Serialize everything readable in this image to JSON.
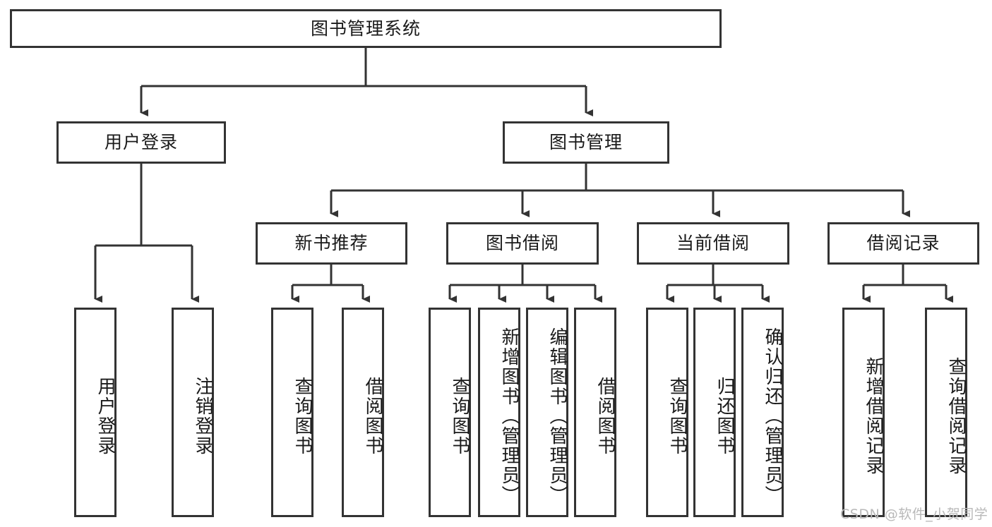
{
  "diagram": {
    "title": "图书管理系统",
    "watermark": "CSDN @软件_小贺同学",
    "colors": {
      "stroke": "#333333",
      "fill": "#ffffff",
      "text": "#1a1a1a",
      "watermark": "#b9b9b9"
    },
    "root": {
      "label": "图书管理系统"
    },
    "level2": [
      {
        "label": "用户登录"
      },
      {
        "label": "图书管理"
      }
    ],
    "level3": [
      {
        "label": "新书推荐"
      },
      {
        "label": "图书借阅"
      },
      {
        "label": "当前借阅"
      },
      {
        "label": "借阅记录"
      }
    ],
    "leaves": {
      "user_login": [
        {
          "label": "用户登录"
        },
        {
          "label": "注销登录"
        }
      ],
      "new_book_recommend": [
        {
          "label": "查询图书"
        },
        {
          "label": "借阅图书"
        }
      ],
      "book_borrow": [
        {
          "label": "查询图书"
        },
        {
          "label": "新增图书（管理员）"
        },
        {
          "label": "编辑图书（管理员）"
        },
        {
          "label": "借阅图书"
        }
      ],
      "current_borrow": [
        {
          "label": "查询图书"
        },
        {
          "label": "归还图书"
        },
        {
          "label": "确认归还（管理员）"
        }
      ],
      "borrow_record": [
        {
          "label": "新增借阅记录"
        },
        {
          "label": "查询借阅记录"
        }
      ]
    }
  }
}
